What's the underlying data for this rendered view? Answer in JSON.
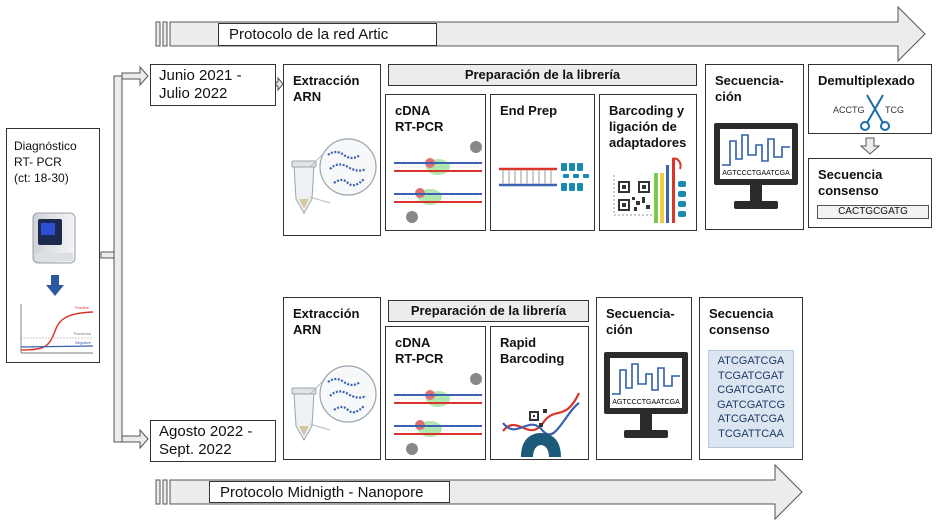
{
  "top_arrow_label": "Protocolo de la red Artic",
  "bottom_arrow_label": "Protocolo Midnigth - Nanopore",
  "diagnosis": {
    "line1": "Diagnóstico",
    "line2": "RT- PCR",
    "line3": "(ct: 18-30)"
  },
  "chart_legend": {
    "positive": "Positive",
    "threshold": "Threshold",
    "negative": "Negative"
  },
  "period_top": {
    "line1": "Junio 2021 -",
    "line2": "Julio 2022"
  },
  "period_bottom": {
    "line1": "Agosto 2022 -",
    "line2": "Sept. 2022"
  },
  "top_row": {
    "extraction": {
      "line1": "Extracción",
      "line2": "ARN"
    },
    "library_header": "Preparación de la librería",
    "cdna": {
      "line1": "cDNA",
      "line2": "RT-PCR"
    },
    "end_prep": "End Prep",
    "barcoding": {
      "line1": "Barcoding y",
      "line2": "ligación de",
      "line3": "adaptadores"
    },
    "sequencing": {
      "line1": "Secuencia-",
      "line2": "ción"
    },
    "screen_seq": "AGTCCCTGAATCGA",
    "demux": "Demultiplexado",
    "demux_left": "ACCTG",
    "demux_right": "TCG",
    "consensus": {
      "line1": "Secuencia",
      "line2": "consenso"
    },
    "consensus_seq": "CACTGCGATG"
  },
  "bottom_row": {
    "extraction": {
      "line1": "Extracción",
      "line2": "ARN"
    },
    "library_header": "Preparación de la librería",
    "cdna": {
      "line1": "cDNA",
      "line2": "RT-PCR"
    },
    "rapid": {
      "line1": "Rapid",
      "line2": "Barcoding"
    },
    "sequencing": {
      "line1": "Secuencia-",
      "line2": "ción"
    },
    "screen_seq": "AGTCCCTGAATCGA",
    "consensus": {
      "line1": "Secuencia",
      "line2": "consenso"
    },
    "consensus_lines": [
      "ATCGATCGA",
      "TCGATCGAT",
      "CGATCGATC",
      "GATCGATCG",
      "ATCGATCGA",
      "TCGATTCAA"
    ]
  },
  "colors": {
    "arrow_fill": "#ececec",
    "border": "#333333",
    "monitor": "#2b2b2b",
    "screen_line": "#2e5fa8",
    "dna_blue": "#3a62b0",
    "dna_red": "#d9352a",
    "green_glow": "#8fe08f",
    "teal": "#1b5a78"
  }
}
